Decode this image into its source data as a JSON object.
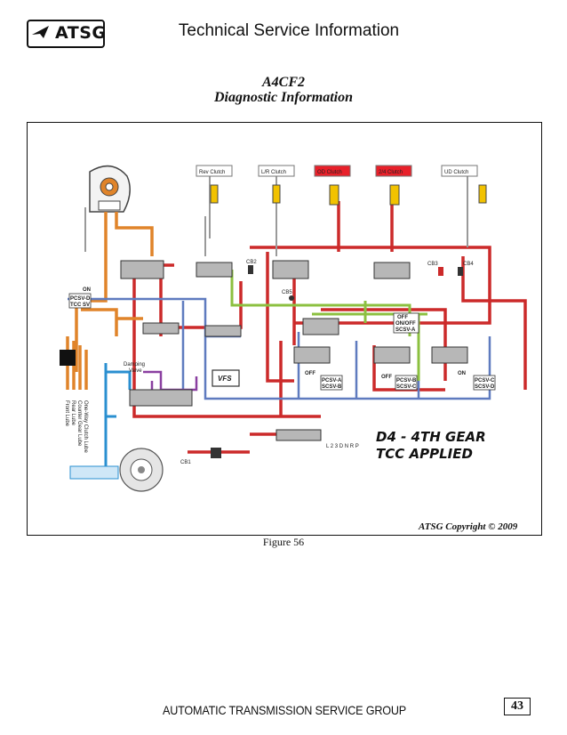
{
  "header": {
    "logo_text": "ATSG",
    "title": "Technical Service Information"
  },
  "document": {
    "title_line1": "A4CF2",
    "title_line2": "Diagnostic Information"
  },
  "diagram": {
    "clutches": [
      {
        "label": "Rev Clutch",
        "applied": false
      },
      {
        "label": "L/R Clutch",
        "applied": false
      },
      {
        "label": "OD Clutch",
        "applied": true
      },
      {
        "label": "2/4 Clutch",
        "applied": true
      },
      {
        "label": "UD Clutch",
        "applied": false
      }
    ],
    "checkballs": {
      "cb1": "CB1",
      "cb2": "CB2",
      "cb3": "CB3",
      "cb4": "CB4",
      "cb5": "CB5"
    },
    "solenoid_tags": {
      "pcsv_d_tcc": [
        "PCSV-D",
        "TCC SV"
      ],
      "pcsv_a_group": [
        "OFF",
        "ON/OFF",
        "SCSV-A"
      ],
      "pcsv_a_bd": [
        "PCSV-A",
        "SCSV-B"
      ],
      "pcsv_b_c": [
        "PCSV-B",
        "SCSV-C"
      ],
      "pcsv_c_d": [
        "PCSV-C",
        "SCSV-D"
      ],
      "states": {
        "off_1": "OFF",
        "off_2": "OFF",
        "on_1": "ON",
        "on_tcc": "ON"
      }
    },
    "damping_valve": [
      "Damping",
      "Valve"
    ],
    "vfs": "VFS",
    "lube_lines": [
      "One-Way Clutch Lube",
      "Counter Gear Lube",
      "Rear Lube",
      "Front Lube"
    ],
    "range_letters": "L 2 3 D N R P",
    "status_line1": "D4 - 4TH GEAR",
    "status_line2": "TCC APPLIED",
    "copyright": "ATSG Copyright © 2009",
    "colors": {
      "line_pressure": "#cc2a2a",
      "converter": "#e0842a",
      "lube": "#2a8fd0",
      "exhaust": "#5f7bbf",
      "solenoid": "#8cc040",
      "damping": "#8a3fa0",
      "applied_clutch": "#e8202a"
    }
  },
  "figure_caption": "Figure 56",
  "footer": {
    "text": "AUTOMATIC TRANSMISSION SERVICE GROUP",
    "page_number": "43"
  }
}
